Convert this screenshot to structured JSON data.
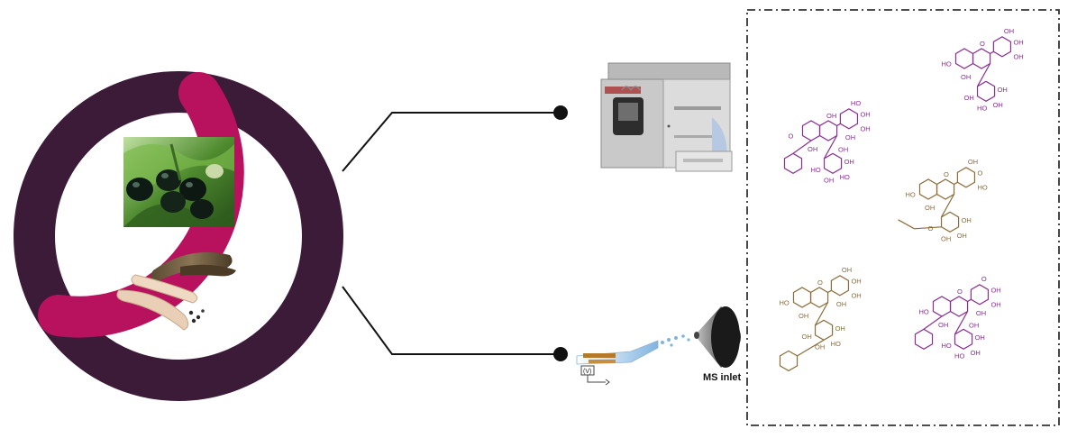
{
  "colors": {
    "ring_dark": "#3b1b38",
    "ring_magenta": "#b8125e",
    "connector": "#111111",
    "structure_purple": "#8a2f92",
    "structure_brown": "#8a6d3b",
    "box_border": "#333333"
  },
  "labels": {
    "ms_inlet": "MS inlet",
    "esi_box": "(V)"
  },
  "structures": [
    {
      "name": "anthocyanin-1",
      "color": "purple",
      "atoms": [
        "HO",
        "O",
        "OH",
        "OH",
        "OH",
        "HO",
        "OH",
        "HO",
        "OH",
        "OH",
        "OH",
        "OH"
      ]
    },
    {
      "name": "anthocyanin-2",
      "color": "purple",
      "atoms": [
        "OH",
        "HO",
        "O",
        "OH",
        "OH",
        "OH",
        "HO",
        "OH",
        "OH",
        "OH"
      ]
    },
    {
      "name": "anthocyanin-3",
      "color": "brown",
      "atoms": [
        "OH",
        "HO",
        "O",
        "O",
        "HO",
        "O",
        "OH",
        "OH",
        "OH",
        "OH"
      ]
    },
    {
      "name": "anthocyanin-4",
      "color": "brown",
      "atoms": [
        "OH",
        "HO",
        "O",
        "OH",
        "OH",
        "OH",
        "OH",
        "HO",
        "OH",
        "OH",
        "OH"
      ]
    },
    {
      "name": "anthocyanin-5",
      "color": "purple",
      "atoms": [
        "O",
        "HO",
        "O",
        "OH",
        "OH",
        "HO",
        "HO",
        "OH",
        "OH",
        "OH",
        "OH",
        "OH"
      ]
    }
  ]
}
